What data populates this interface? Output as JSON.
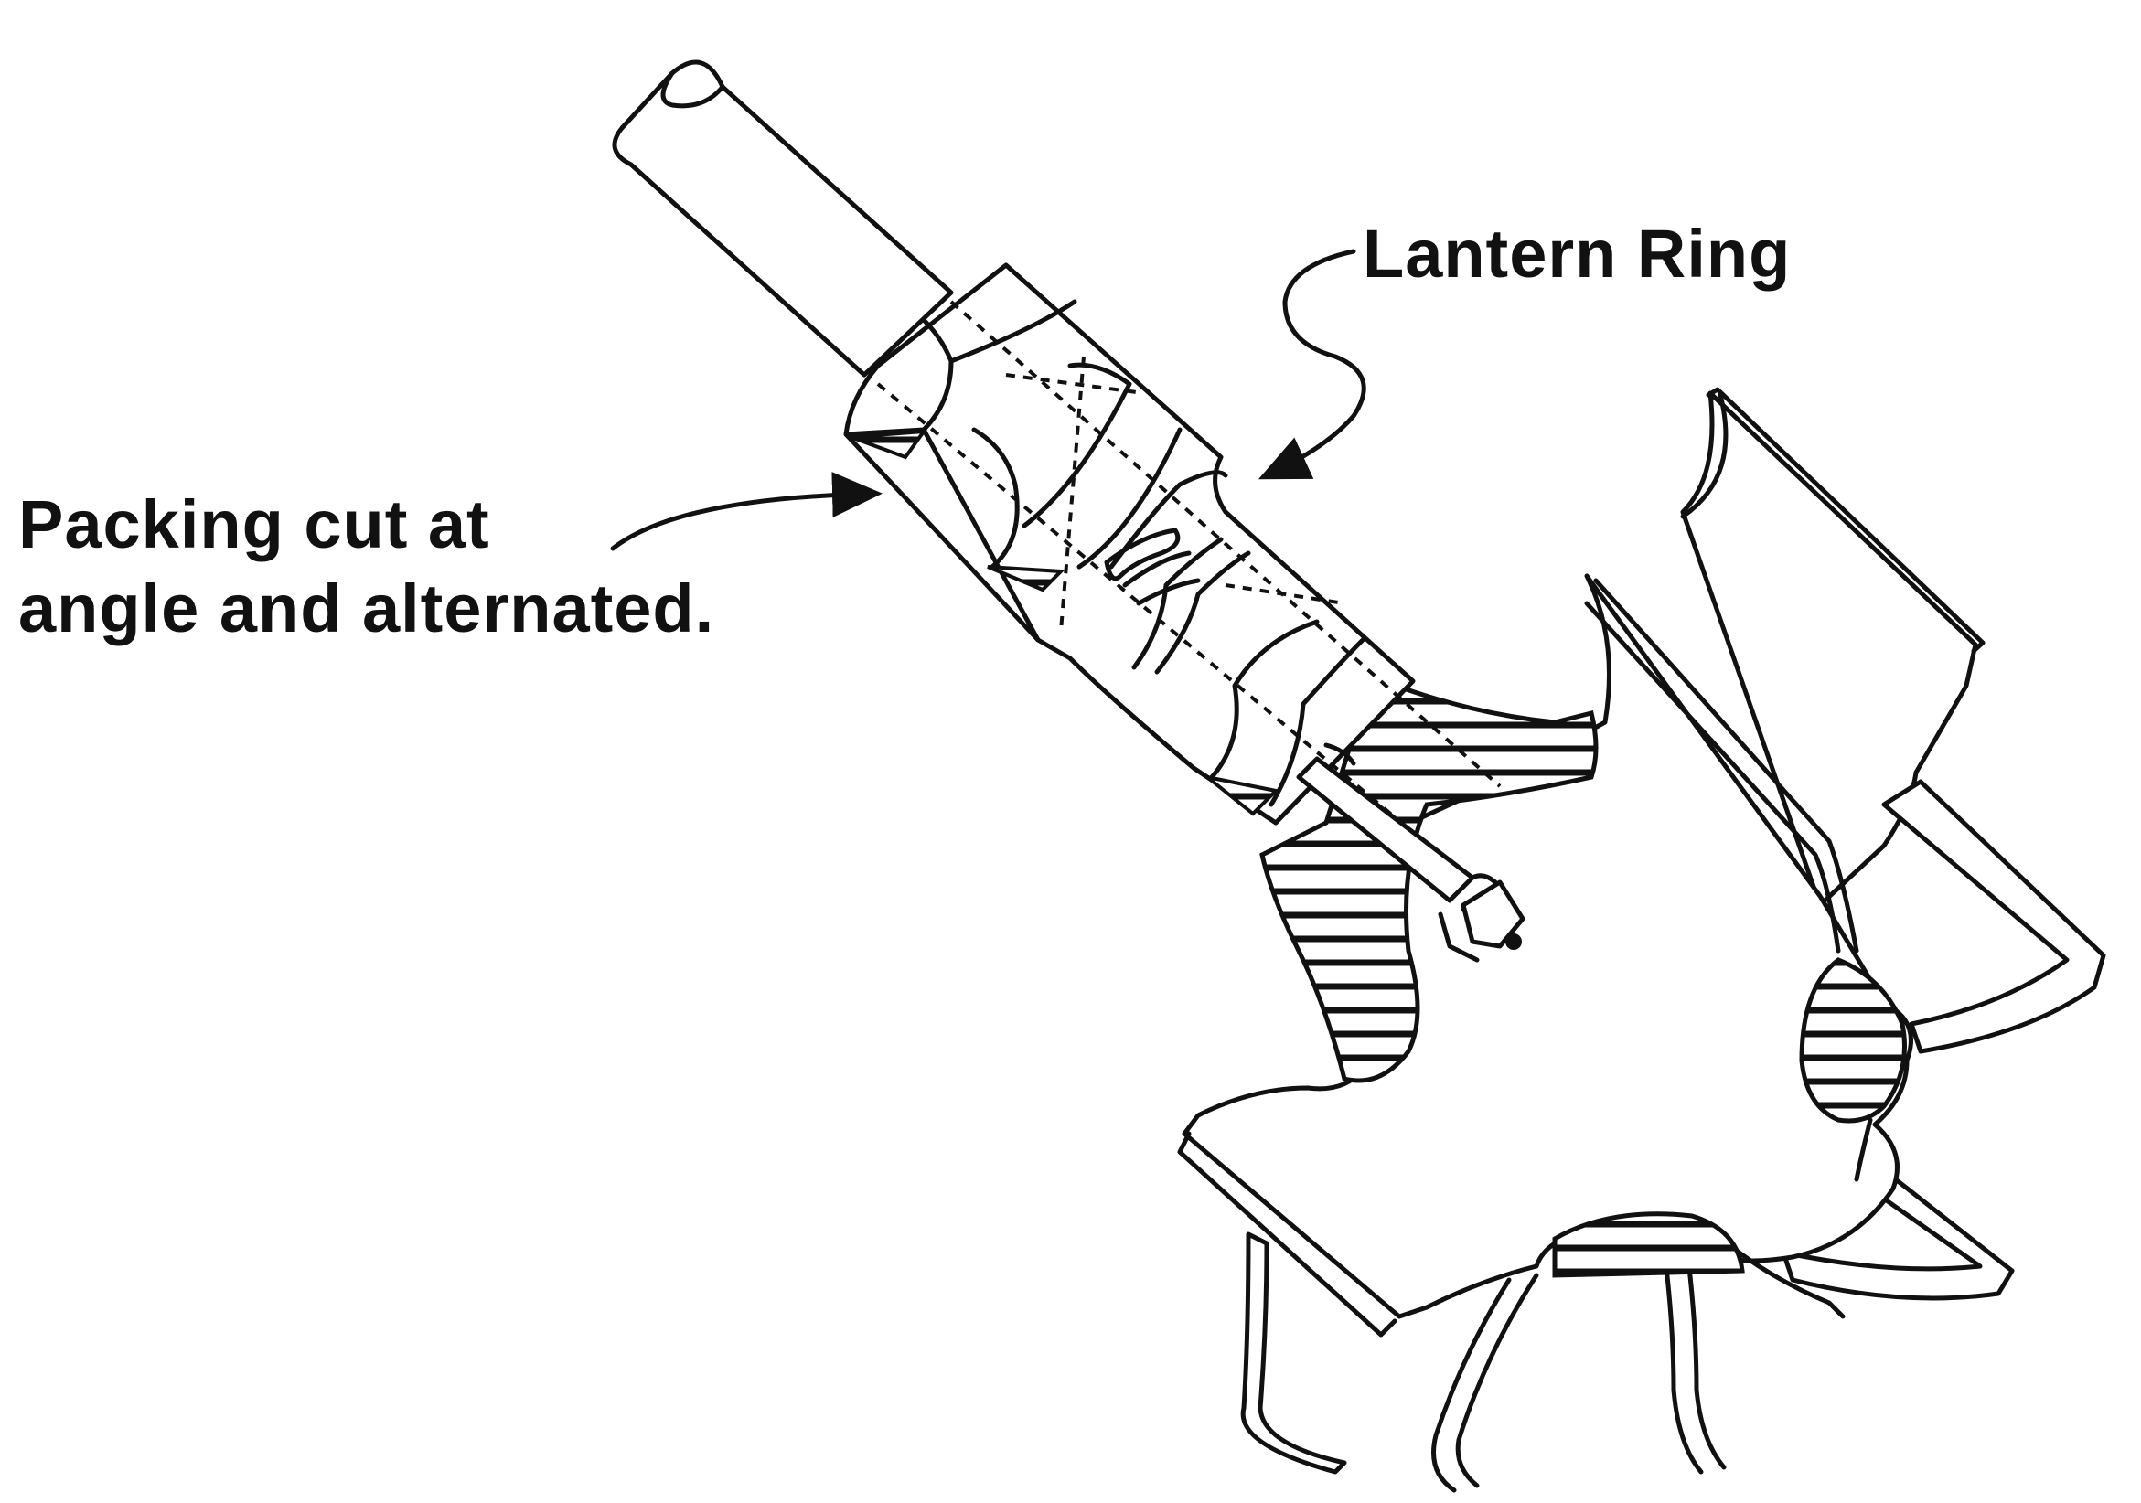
{
  "labels": {
    "lantern_ring": "Lantern Ring",
    "packing_line1": "Packing cut at",
    "packing_line2": "angle and alternated."
  },
  "colors": {
    "ink": "#111111",
    "background": "#ffffff"
  },
  "icons": {
    "lantern_arrow": "arrow-icon",
    "packing_arrow": "arrow-icon"
  }
}
